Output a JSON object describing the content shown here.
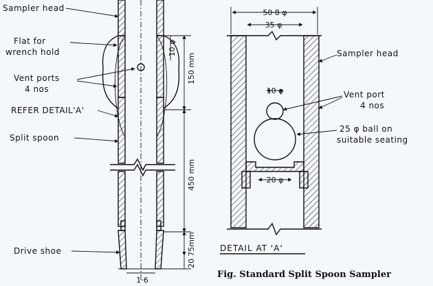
{
  "labels": {
    "sampler_head_left": "Sampler head",
    "flat_line1": "Flat for",
    "flat_line2": "wrench hold",
    "vent_ports_line1": "Vent ports",
    "vent_ports_line2": "4 nos",
    "refer_detail": "REFER DETAIL'A'",
    "split_spoon": "Split spoon",
    "drive_shoe": "Drive shoe",
    "sampler_head_right": "Sampler head",
    "vent_port_line1": "Vent port",
    "vent_port_line2": "4 nos",
    "ball_line1": "25 φ ball on",
    "ball_line2": "suitable seating"
  },
  "dimensions": {
    "d_10": "10 φ",
    "d_150": "150 mm",
    "d_450": "450 mm",
    "d_75": "75mm",
    "d_20": "20",
    "d_1_6": "1·6",
    "d_50_8": "50·8 φ",
    "d_35": "35 φ",
    "d_10_detail": "10 φ",
    "d_20_detail": "20 φ"
  },
  "detail_title": "DETAIL AT 'A'",
  "caption": "Fig. Standard Split Spoon Sampler",
  "colors": {
    "line": "#111111",
    "background": "#f4f7fb"
  }
}
